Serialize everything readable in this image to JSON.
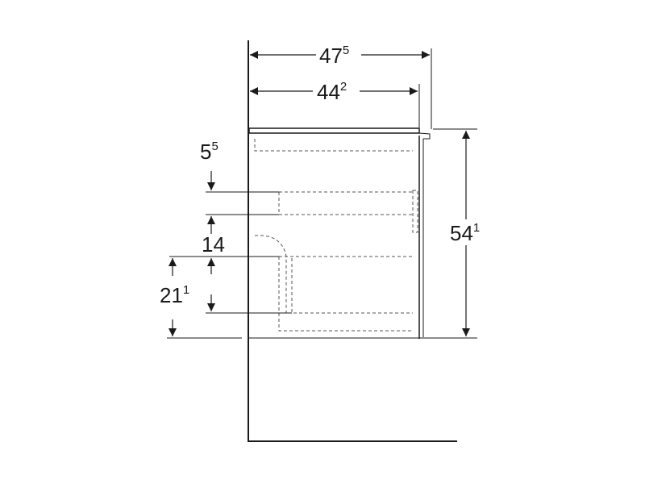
{
  "diagram": {
    "dimensions": [
      {
        "id": "width-outer",
        "main": "47",
        "sup": "5"
      },
      {
        "id": "width-inner",
        "main": "44",
        "sup": "2"
      },
      {
        "id": "height-total",
        "main": "54",
        "sup": "1"
      },
      {
        "id": "top-offset",
        "main": "5",
        "sup": "5"
      },
      {
        "id": "drawer-gap",
        "main": "14",
        "sup": ""
      },
      {
        "id": "bottom-height",
        "main": "21",
        "sup": "1"
      }
    ],
    "colors": {
      "line": "#1a1a1a",
      "hidden": "#555555",
      "background": "#ffffff"
    }
  }
}
